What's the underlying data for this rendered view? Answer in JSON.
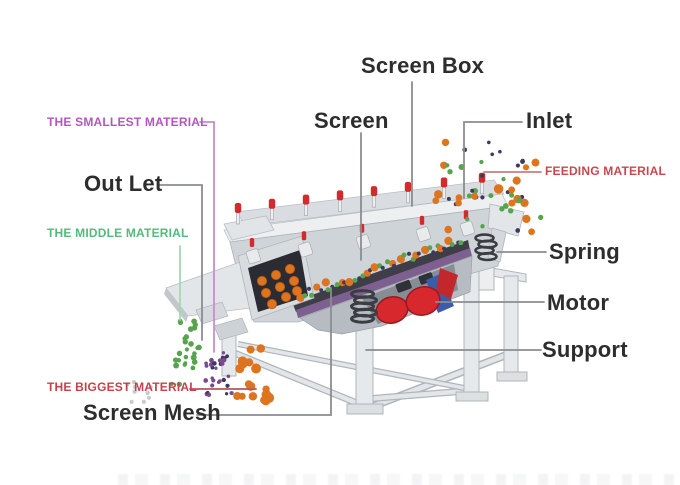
{
  "diagram": {
    "labels": {
      "screen_box": {
        "text": "Screen Box",
        "color": "#2d2d2d"
      },
      "screen": {
        "text": "Screen",
        "color": "#2d2d2d"
      },
      "inlet": {
        "text": "Inlet",
        "color": "#2d2d2d"
      },
      "feeding_material": {
        "text": "FEEDING MATERIAL",
        "color": "#c9484e"
      },
      "smallest_material": {
        "text": "THE SMALLEST MATERIAL",
        "color": "#b455c2"
      },
      "out_let": {
        "text": "Out Let",
        "color": "#2d2d2d"
      },
      "middle_material": {
        "text": "THE MIDDLE MATERIAL",
        "color": "#57b87c"
      },
      "biggest_material": {
        "text": "THE BIGGEST MATERIAL",
        "color": "#c4434b"
      },
      "screen_mesh": {
        "text": "Screen Mesh",
        "color": "#2d2d2d"
      },
      "spring": {
        "text": "Spring",
        "color": "#2d2d2d"
      },
      "motor": {
        "text": "Motor",
        "color": "#2d2d2d"
      },
      "support": {
        "text": "Support",
        "color": "#2d2d2d"
      }
    },
    "leader_colors": {
      "gray": "#8a8d90",
      "magenta": "#c48fcb",
      "green": "#a6d6b4",
      "red": "#c97e82",
      "dark_red": "#b8565c"
    },
    "particle_colors": {
      "orange": "#dd7420",
      "orange_dark": "#b35410",
      "green": "#58a44e",
      "navy": "#3c3a60",
      "purple": "#7b4a8e",
      "gray": "#9aa39c"
    },
    "machine_colors": {
      "body_light": "#edeff1",
      "body_mid": "#cfd4d9",
      "body_dark": "#b6bcc2",
      "deck_purple": "#7d6090",
      "mesh_dark": "#3f3e48",
      "chute_dark": "#2b2b33",
      "motor_red": "#d7282d",
      "motor_blue": "#3c5cab",
      "spring_dark": "#3a3e43",
      "bolt_red": "#d42a2e",
      "frame_edge": "#b0b5ba",
      "frame_fill": "#e6e9ec"
    }
  }
}
